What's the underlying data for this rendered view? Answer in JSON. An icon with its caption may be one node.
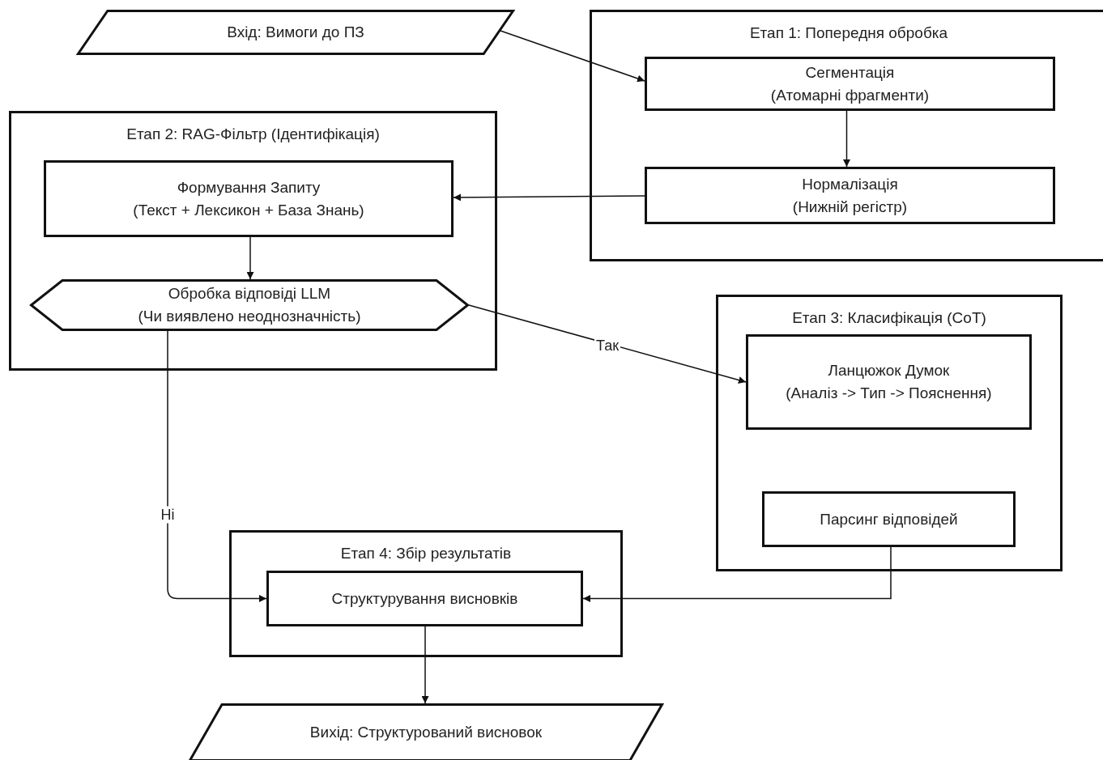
{
  "diagram": {
    "nodes": [
      {
        "text": [
          "Вхід: Вимоги до ПЗ"
        ]
      },
      {
        "text": [
          "Етап 1: Попередня обробка"
        ]
      },
      {
        "text": [
          "Сегментація",
          "(Атомарні фрагменти)"
        ],
        "in": 1
      },
      {
        "text": [
          "Нормалізація",
          "(Нижній регістр)"
        ],
        "in": 1
      },
      {
        "text": [
          "Етап 2: RAG-Фільтр (Ідентифікація)"
        ]
      },
      {
        "text": [
          "Формування Запиту",
          "(Текст + Лексикон + База Знань)"
        ],
        "in": 4
      },
      {
        "text": [
          "Обробка відповіді LLM",
          "(Чи виявлено неоднозначність)"
        ],
        "in": 4
      },
      {
        "text": [
          "Етап 3: Класифікація (CoT)"
        ]
      },
      {
        "text": [
          "Ланцюжок Думок",
          "(Аналіз -> Тип -> Пояснення)"
        ],
        "in": 7
      },
      {
        "text": [
          "Парсинг відповідей"
        ],
        "in": 7
      },
      {
        "text": [
          "Етап 4: Збір результатів"
        ]
      },
      {
        "text": [
          "Структурування висновків"
        ],
        "in": 10
      },
      {
        "text": [
          "Вихід: Структурований висновок"
        ]
      }
    ],
    "edges": [
      {
        "from": 0,
        "to": 2,
        "arrow": "to"
      },
      {
        "from": 2,
        "to": 3,
        "arrow": "to"
      },
      {
        "from": 3,
        "to": 5,
        "arrow": "to"
      },
      {
        "from": 5,
        "to": 6,
        "arrow": "to"
      },
      {
        "from": 6,
        "to": 8,
        "arrow": "to",
        "label": "Так"
      },
      {
        "from": 6,
        "to": 11,
        "arrow": "to",
        "label": "Ні"
      },
      {
        "from": 9,
        "to": 11,
        "arrow": "to"
      },
      {
        "from": 11,
        "to": 12,
        "arrow": "to"
      }
    ]
  }
}
